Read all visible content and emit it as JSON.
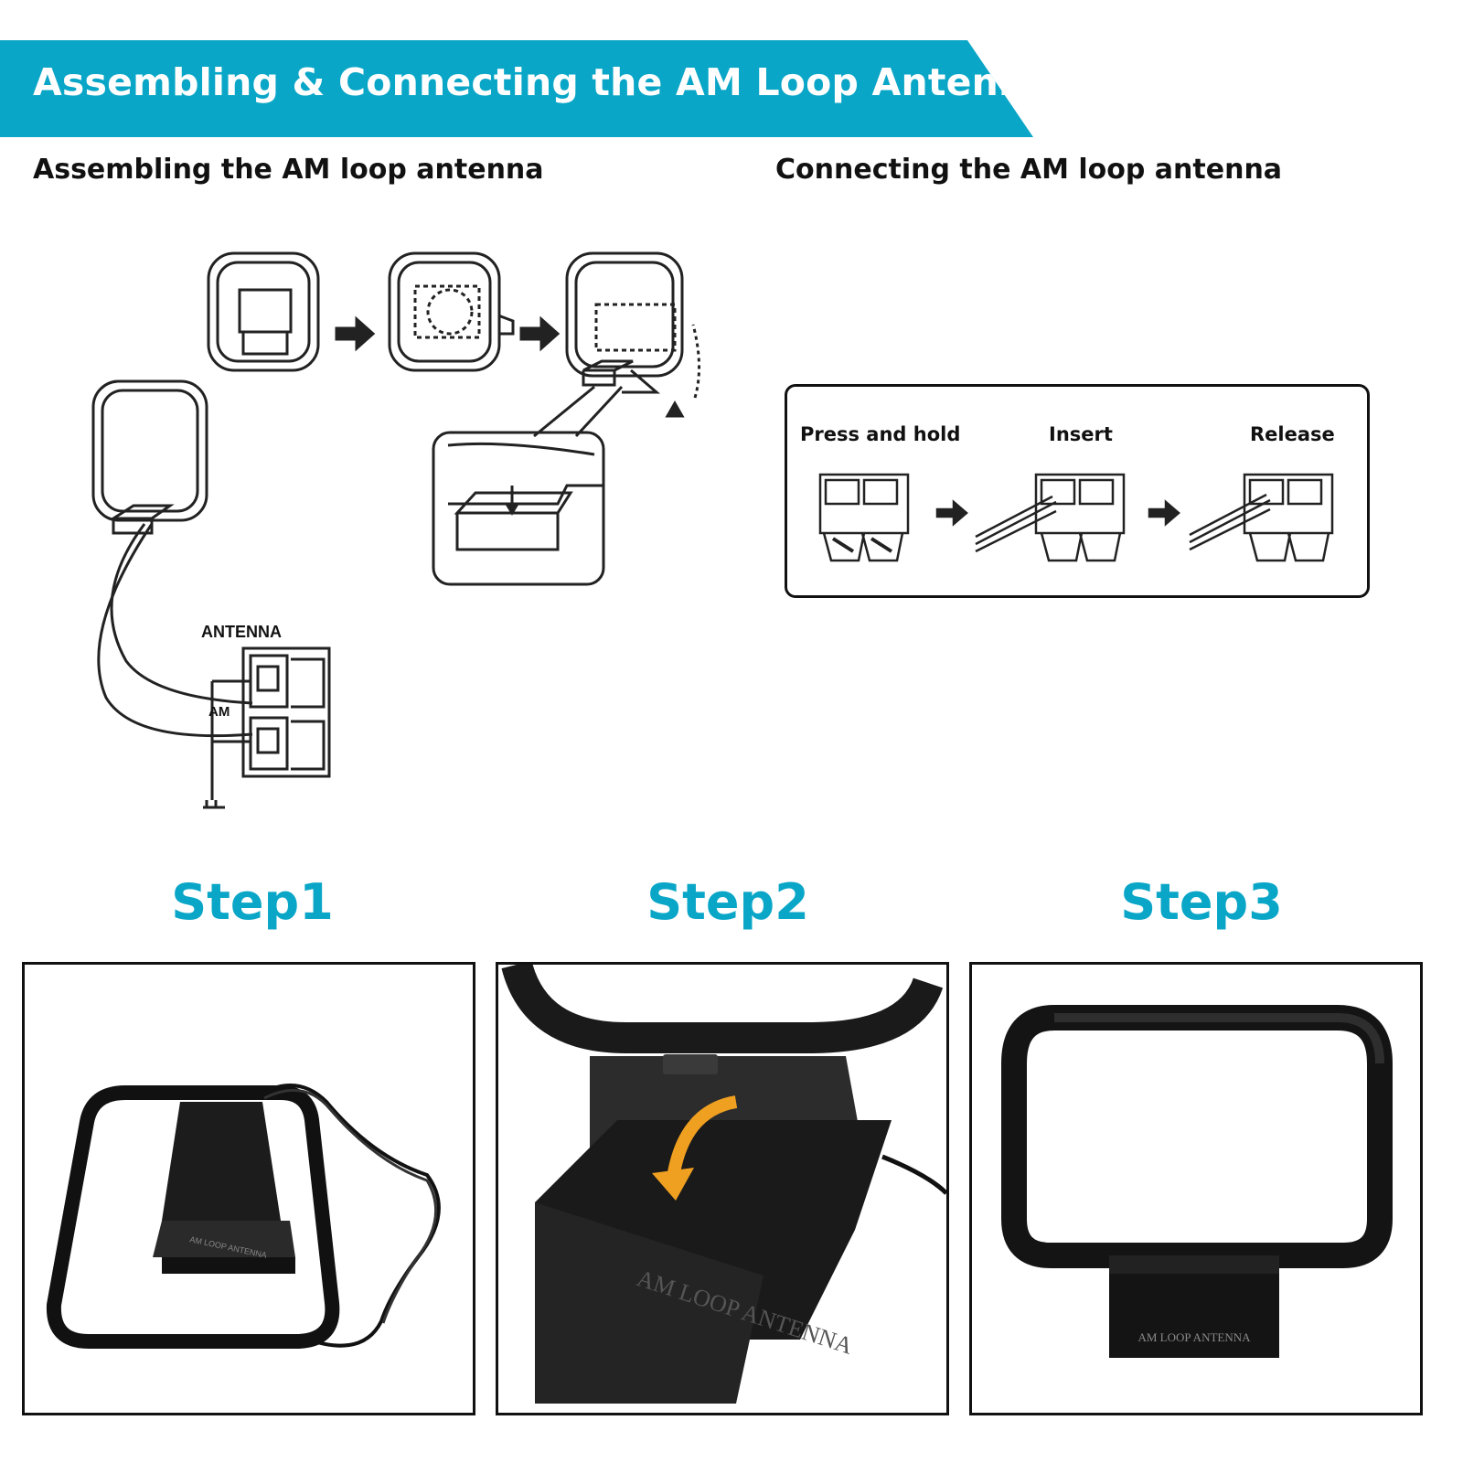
{
  "banner": {
    "title": "Assembling & Connecting the AM Loop Antenna",
    "color": "#0aa6c7"
  },
  "sections": {
    "assembling_title": "Assembling the AM loop antenna",
    "connecting_title": "Connecting the AM loop antenna"
  },
  "assembly_diagram": {
    "terminal_label": "ANTENNA",
    "am_label": "AM"
  },
  "connection_panel": {
    "steps": [
      "Press and hold",
      "Insert",
      "Release"
    ]
  },
  "steps": [
    {
      "title": "Step1",
      "base_label": "AM LOOP ANTENNA"
    },
    {
      "title": "Step2",
      "base_label": "AM LOOP ANTENNA"
    },
    {
      "title": "Step3",
      "base_label": "AM LOOP ANTENNA"
    }
  ],
  "accent_color": "#0aa6c7",
  "arrow_color": "#f0a020"
}
